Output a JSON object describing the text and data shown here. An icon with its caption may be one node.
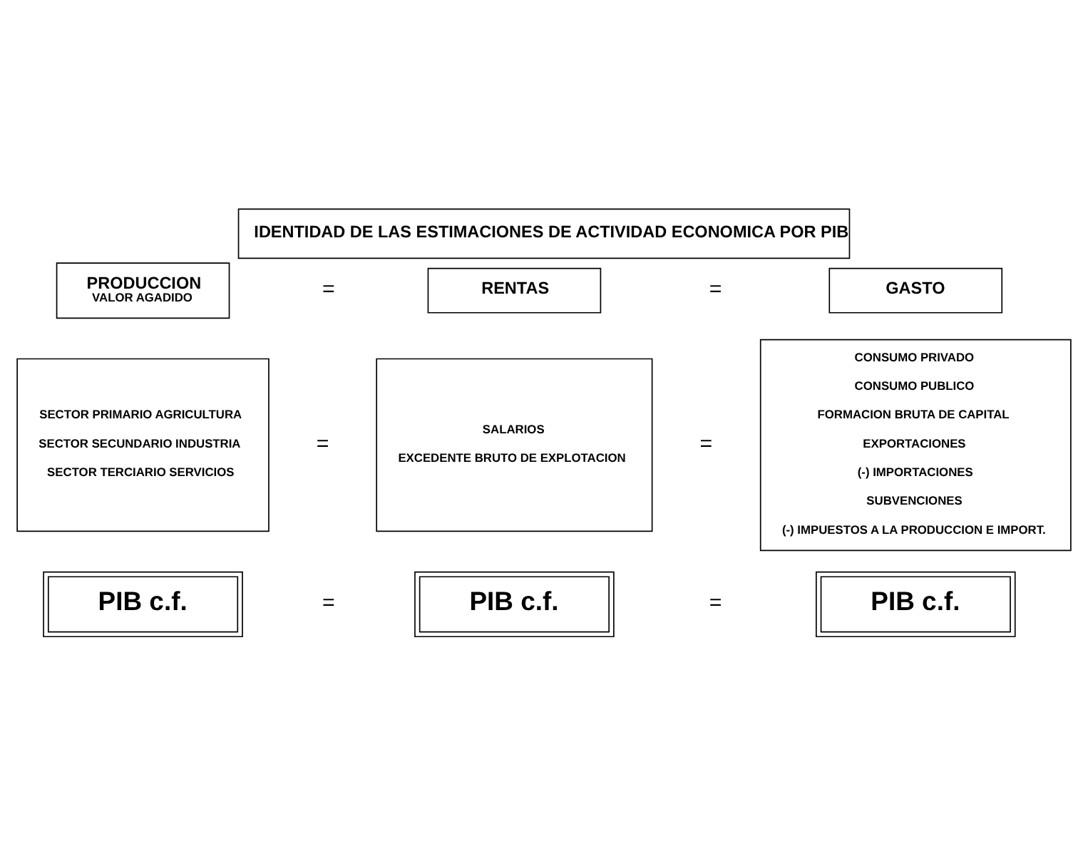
{
  "diagram": {
    "title": "IDENTIDAD DE LAS ESTIMACIONES DE ACTIVIDAD ECONOMICA POR PIB",
    "nodes": [
      {
        "text": [
          "PRODUCCION",
          "VALOR AGADIDO"
        ]
      },
      {
        "text": [
          "RENTAS"
        ]
      },
      {
        "text": [
          "GASTO"
        ]
      },
      {
        "text": [
          "SECTOR PRIMARIO AGRICULTURA",
          "SECTOR SECUNDARIO INDUSTRIA",
          "SECTOR TERCIARIO SERVICIOS"
        ]
      },
      {
        "text": [
          "SALARIOS",
          "EXCEDENTE BRUTO DE EXPLOTACION"
        ]
      },
      {
        "text": [
          "CONSUMO PRIVADO",
          "CONSUMO PUBLICO",
          "FORMACION BRUTA DE CAPITAL",
          "EXPORTACIONES",
          "(-) IMPORTACIONES",
          "SUBVENCIONES",
          "(-) IMPUESTOS A LA PRODUCCION E IMPORT."
        ]
      },
      {
        "text": [
          "PIB c.f."
        ]
      },
      {
        "text": [
          "PIB c.f."
        ]
      },
      {
        "text": [
          "PIB c.f."
        ]
      }
    ],
    "edges": [],
    "labels": [
      "=",
      "=",
      "=",
      "=",
      "=",
      "="
    ]
  }
}
